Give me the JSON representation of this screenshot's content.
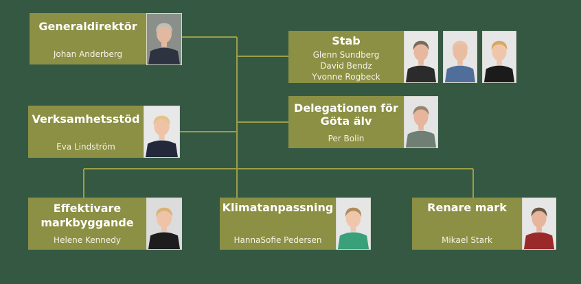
{
  "colors": {
    "background": "#355843",
    "box": "#8c9044",
    "connector": "#9c9e48",
    "text": "#ffffff"
  },
  "units": {
    "director": {
      "title": "Generaldirektör",
      "people": [
        "Johan Anderberg"
      ]
    },
    "stab": {
      "title": "Stab",
      "people": [
        "Glenn Sundberg",
        "David Bendz",
        "Yvonne Rogbeck"
      ]
    },
    "delegation": {
      "title_line1": "Delegationen för",
      "title_line2": "Göta älv",
      "people": [
        "Per Bolin"
      ]
    },
    "support": {
      "title": "Verksamhetsstöd",
      "people": [
        "Eva Lindström"
      ]
    },
    "efficiency": {
      "title_line1": "Effektivare",
      "title_line2": "markbyggande",
      "people": [
        "Helene Kennedy"
      ]
    },
    "climate": {
      "title": "Klimatanpassning",
      "people": [
        "HannaSofie Pedersen"
      ]
    },
    "clean": {
      "title": "Renare mark",
      "people": [
        "Mikael Stark"
      ]
    }
  },
  "photos": {
    "director": {
      "icon": "person-portrait-icon",
      "bg": "#8a8f8a",
      "shirt": "#2d3340",
      "hair": "#bfbfb8",
      "skin": "#e2b8a0"
    },
    "glenn": {
      "icon": "person-portrait-icon",
      "bg": "#e8e8e6",
      "shirt": "#2b2b2b",
      "hair": "#7a6a5a",
      "skin": "#e7b79e"
    },
    "david": {
      "icon": "person-portrait-icon",
      "bg": "#e6e6e6",
      "shirt": "#4f6f9a",
      "hair": "#e9c2a8",
      "skin": "#e9bda2"
    },
    "yvonne": {
      "icon": "person-portrait-icon",
      "bg": "#e6e6e6",
      "shirt": "#1b1b1b",
      "hair": "#d8a85c",
      "skin": "#efc6ac"
    },
    "per": {
      "icon": "person-portrait-icon",
      "bg": "#e4e4e4",
      "shirt": "#6f7f73",
      "hair": "#9a8470",
      "skin": "#e6b59c"
    },
    "eva": {
      "icon": "person-portrait-icon",
      "bg": "#e8e8e8",
      "shirt": "#23283a",
      "hair": "#e2c48a",
      "skin": "#eec3a8"
    },
    "helene": {
      "icon": "person-portrait-icon",
      "bg": "#dcdcdc",
      "shirt": "#1d1d1d",
      "hair": "#d9b274",
      "skin": "#eec3a8"
    },
    "hannasofie": {
      "icon": "person-portrait-icon",
      "bg": "#e6e6e6",
      "shirt": "#3aa07a",
      "hair": "#b08c5a",
      "skin": "#eec6ac"
    },
    "mikael": {
      "icon": "person-portrait-icon",
      "bg": "#e6e6e6",
      "shirt": "#9a2a2a",
      "hair": "#6a5644",
      "skin": "#e6b59c"
    }
  }
}
